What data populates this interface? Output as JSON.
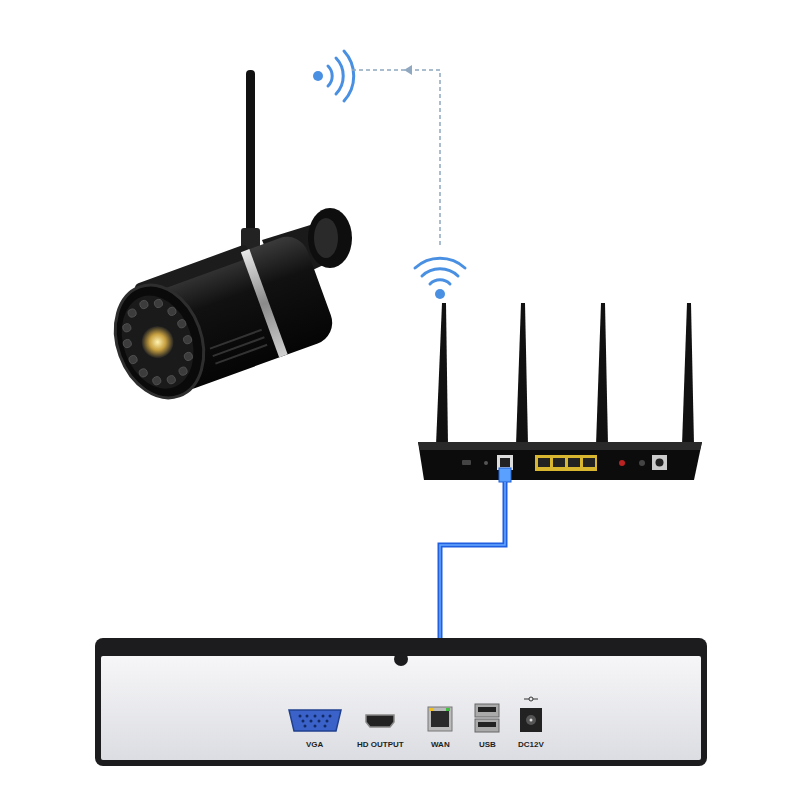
{
  "diagram": {
    "labels": [
      "VGA",
      "HD OUTPUT",
      "WAN",
      "USB",
      "DC12V"
    ]
  }
}
